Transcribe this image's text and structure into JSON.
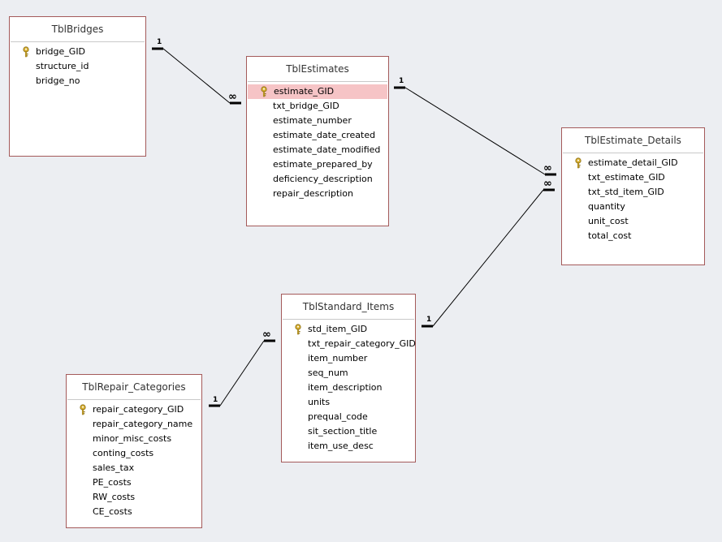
{
  "tables": {
    "bridges": {
      "title": "TblBridges",
      "fields": [
        {
          "name": "bridge_GID",
          "key": true
        },
        {
          "name": "structure_id",
          "key": false
        },
        {
          "name": "bridge_no",
          "key": false
        }
      ]
    },
    "estimates": {
      "title": "TblEstimates",
      "fields": [
        {
          "name": "estimate_GID",
          "key": true
        },
        {
          "name": "txt_bridge_GID",
          "key": false
        },
        {
          "name": "estimate_number",
          "key": false
        },
        {
          "name": "estimate_date_created",
          "key": false
        },
        {
          "name": "estimate_date_modified",
          "key": false
        },
        {
          "name": "estimate_prepared_by",
          "key": false
        },
        {
          "name": "deficiency_description",
          "key": false
        },
        {
          "name": "repair_description",
          "key": false
        }
      ]
    },
    "estimate_details": {
      "title": "TblEstimate_Details",
      "fields": [
        {
          "name": "estimate_detail_GID",
          "key": true
        },
        {
          "name": "txt_estimate_GID",
          "key": false
        },
        {
          "name": "txt_std_item_GID",
          "key": false
        },
        {
          "name": "quantity",
          "key": false
        },
        {
          "name": "unit_cost",
          "key": false
        },
        {
          "name": "total_cost",
          "key": false
        }
      ]
    },
    "standard_items": {
      "title": "TblStandard_Items",
      "fields": [
        {
          "name": "std_item_GID",
          "key": true
        },
        {
          "name": "txt_repair_category_GID",
          "key": false
        },
        {
          "name": "item_number",
          "key": false
        },
        {
          "name": "seq_num",
          "key": false
        },
        {
          "name": "item_description",
          "key": false
        },
        {
          "name": "units",
          "key": false
        },
        {
          "name": "prequal_code",
          "key": false
        },
        {
          "name": "sit_section_title",
          "key": false
        },
        {
          "name": "item_use_desc",
          "key": false
        }
      ]
    },
    "repair_categories": {
      "title": "TblRepair_Categories",
      "fields": [
        {
          "name": "repair_category_GID",
          "key": true
        },
        {
          "name": "repair_category_name",
          "key": false
        },
        {
          "name": "minor_misc_costs",
          "key": false
        },
        {
          "name": "conting_costs",
          "key": false
        },
        {
          "name": "sales_tax",
          "key": false
        },
        {
          "name": "PE_costs",
          "key": false
        },
        {
          "name": "RW_costs",
          "key": false
        },
        {
          "name": "CE_costs",
          "key": false
        }
      ]
    }
  },
  "relationships": {
    "one_label": "1",
    "many_label": "∞"
  },
  "colors": {
    "border": "#a45a5a",
    "selection": "#f6c4c6",
    "canvas": "#eceef2",
    "key": "#d9b133"
  }
}
